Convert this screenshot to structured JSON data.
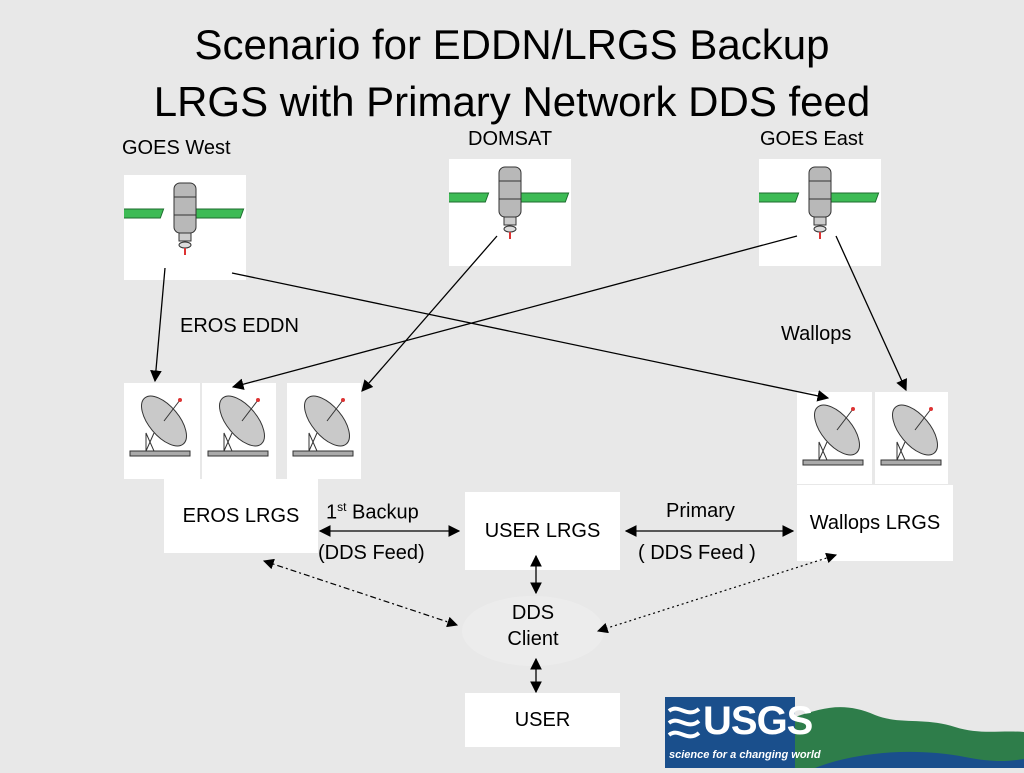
{
  "title": {
    "line1": "Scenario for EDDN/LRGS Backup",
    "line2": "LRGS with Primary Network DDS feed"
  },
  "satellites": {
    "goes_west": "GOES West",
    "domsat": "DOMSAT",
    "goes_east": "GOES East"
  },
  "labels": {
    "eros_eddn": "EROS EDDN",
    "wallops": "Wallops",
    "backup_prefix": "1",
    "backup_sup": "st",
    "backup_rest": " Backup",
    "backup_feed": "(DDS Feed)",
    "primary": "Primary",
    "primary_feed": "( DDS Feed )"
  },
  "nodes": {
    "eros_lrgs": "EROS LRGS",
    "user_lrgs": "USER LRGS",
    "wallops_lrgs": "Wallops LRGS",
    "dds_client_line1": "DDS",
    "dds_client_line2": "Client",
    "user": "USER"
  },
  "logo": {
    "name": "USGS",
    "tagline": "science for a changing world"
  },
  "colors": {
    "background": "#e8e8e8",
    "panel_green": "#2fa84f",
    "logo_blue": "#1a4f8c",
    "logo_green": "#2e7d4a"
  }
}
